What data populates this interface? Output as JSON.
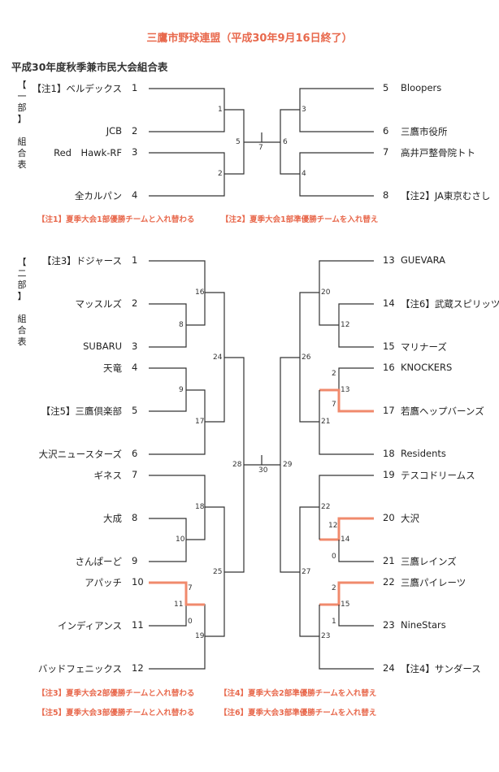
{
  "header": {
    "title": "三鷹市野球連盟（平成30年9月16日終了）",
    "subtitle": "平成30年度秋季兼市民大会組合表"
  },
  "division1": {
    "label": [
      "【",
      "一",
      "部",
      "】",
      "",
      "組",
      "合",
      "表"
    ],
    "left_teams": [
      {
        "name": "【注1】ベルデックス",
        "seed": "1"
      },
      {
        "name": "JCB",
        "seed": "2"
      },
      {
        "name": "Red　Hawk-RF",
        "seed": "3"
      },
      {
        "name": "全カルパン",
        "seed": "4"
      }
    ],
    "right_teams": [
      {
        "name": "Bloopers",
        "seed": "5"
      },
      {
        "name": "三鷹市役所",
        "seed": "6"
      },
      {
        "name": "高井戸整骨院トト",
        "seed": "7"
      },
      {
        "name": "【注2】JA東京むさし",
        "seed": "8"
      }
    ],
    "match_numbers": [
      "1",
      "2",
      "5",
      "7",
      "6",
      "3",
      "4"
    ],
    "notes": [
      "【注1】夏季大会1部優勝チームと入れ替わる",
      "【注2】夏季大会1部準優勝チームを入れ替え"
    ]
  },
  "division2": {
    "label": [
      "【",
      "二",
      "部",
      "】",
      "",
      "組",
      "合",
      "表"
    ],
    "left_teams": [
      {
        "name": "【注3】ドジャース",
        "seed": "1"
      },
      {
        "name": "マッスルズ",
        "seed": "2"
      },
      {
        "name": "SUBARU",
        "seed": "3"
      },
      {
        "name": "天竜",
        "seed": "4"
      },
      {
        "name": "【注5】三鷹倶楽部",
        "seed": "5"
      },
      {
        "name": "大沢ニュースターズ",
        "seed": "6"
      },
      {
        "name": "ギネス",
        "seed": "7"
      },
      {
        "name": "大成",
        "seed": "8"
      },
      {
        "name": "さんぱーど",
        "seed": "9"
      },
      {
        "name": "アパッチ",
        "seed": "10"
      },
      {
        "name": "インディアンス",
        "seed": "11"
      },
      {
        "name": "バッドフェニックス",
        "seed": "12"
      }
    ],
    "right_teams": [
      {
        "name": "GUEVARA",
        "seed": "13"
      },
      {
        "name": "【注6】武蔵スピリッツ",
        "seed": "14"
      },
      {
        "name": "マリナーズ",
        "seed": "15"
      },
      {
        "name": "KNOCKERS",
        "seed": "16"
      },
      {
        "name": "若鷹ヘップバーンズ",
        "seed": "17"
      },
      {
        "name": "Residents",
        "seed": "18"
      },
      {
        "name": "テスコドリームス",
        "seed": "19"
      },
      {
        "name": "大沢",
        "seed": "20"
      },
      {
        "name": "三鷹レインズ",
        "seed": "21"
      },
      {
        "name": "三鷹パイレーツ",
        "seed": "22"
      },
      {
        "name": "NineStars",
        "seed": "23"
      },
      {
        "name": "【注4】サンダース",
        "seed": "24"
      }
    ],
    "match_numbers": [
      "16",
      "8",
      "24",
      "9",
      "17",
      "28",
      "30",
      "29",
      "18",
      "10",
      "25",
      "7",
      "11",
      "0",
      "19",
      "20",
      "12",
      "26",
      "2",
      "13",
      "7",
      "21",
      "22",
      "12",
      "14",
      "0",
      "27",
      "2",
      "15",
      "1",
      "23"
    ],
    "notes": [
      "【注3】夏季大会2部優勝チームと入れ替わる",
      "【注4】夏季大会2部準優勝チームを入れ替え",
      "【注5】夏季大会3部優勝チームと入れ替わる",
      "【注6】夏季大会3部準優勝チームを入れ替え"
    ]
  },
  "colors": {
    "accent": "#e8694d",
    "line": "#333333",
    "highlight": "#f08a6c"
  }
}
